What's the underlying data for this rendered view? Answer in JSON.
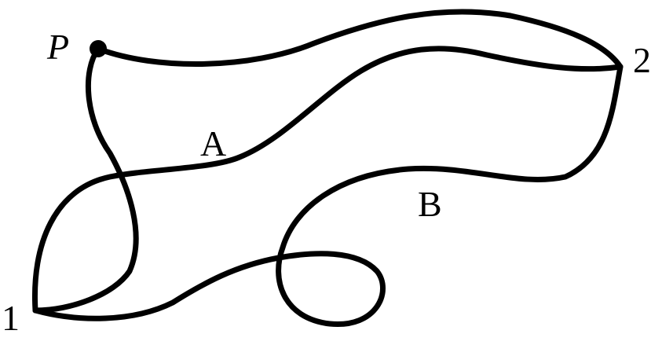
{
  "diagram": {
    "labels": {
      "p": "P",
      "one": "1",
      "two": "2",
      "a": "A",
      "b": "B"
    },
    "colors": {
      "stroke": "#000000",
      "background": "#ffffff"
    }
  }
}
